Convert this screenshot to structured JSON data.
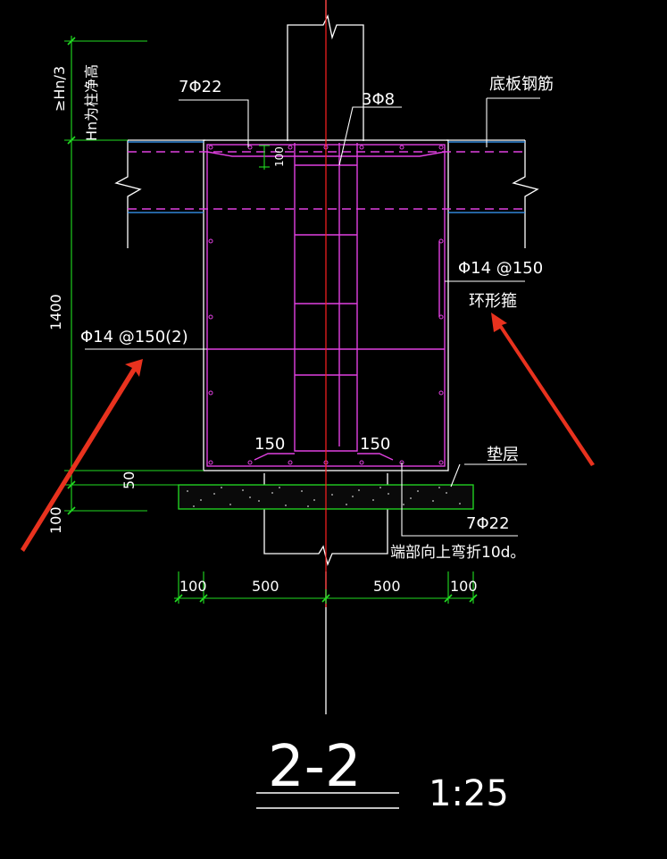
{
  "drawing": {
    "section_title": "2-2",
    "scale": "1:25",
    "labels": {
      "top_bars": "7Φ22",
      "stirrup_count": "3Φ8",
      "slab_rebar": "底板钢筋",
      "ring_stirrup_spec": "Φ14 @150",
      "ring_stirrup_name": "环形箍",
      "stirrup_spec_left": "Φ14 @150(2)",
      "hn_top": "≥Hn/3",
      "hn_bottom": "Hn为柱净高",
      "bottom_bars": "7Φ22",
      "bend_note": "端部向上弯折10d。",
      "cushion": "垫层",
      "inner_dim_left": "150",
      "inner_dim_right": "150",
      "small_100": "100"
    },
    "dimensions": {
      "height_1400": "1400",
      "dim_50": "50",
      "dim_100_v": "100",
      "bottom": [
        "100",
        "500",
        "500",
        "100"
      ]
    },
    "colors": {
      "background": "#000000",
      "rebar": "#e040e0",
      "dimension": "#22dd22",
      "center_line": "#ff2020",
      "outline": "#ffffff",
      "blue_line": "#3aa0ff",
      "arrow": "#e8321e"
    }
  }
}
